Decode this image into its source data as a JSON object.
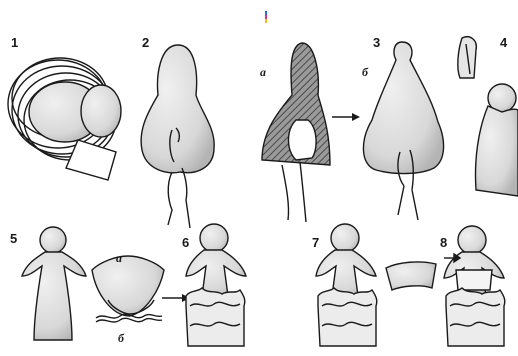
{
  "step_labels": [
    "1",
    "2",
    "3",
    "4",
    "5",
    "6",
    "7",
    "8"
  ],
  "sub_labels": {
    "a": "а",
    "b": "б"
  },
  "arrow_glyph": "→",
  "colors": {
    "ink": "#1a1a1a",
    "body_fill": "#e8e8e8",
    "shadow_fill": "#bdbdbd",
    "paper": "#ffffff",
    "accent_mark_magenta": "#d6339a",
    "accent_mark_blue": "#2a6fd6",
    "accent_mark_yellow": "#e6c21a"
  }
}
